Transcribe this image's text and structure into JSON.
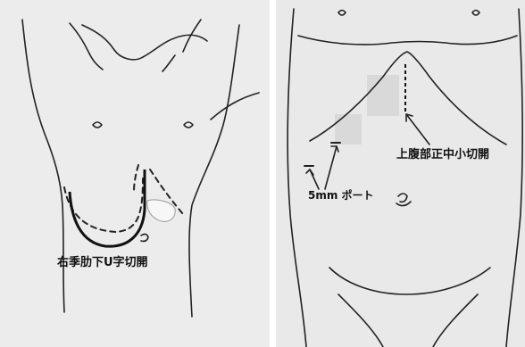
{
  "left_panel": {
    "label": "右季肋下U字切開"
  },
  "right_panel": {
    "incision_label": "上腹部正中小切開",
    "port_label": "5mm ポート"
  }
}
